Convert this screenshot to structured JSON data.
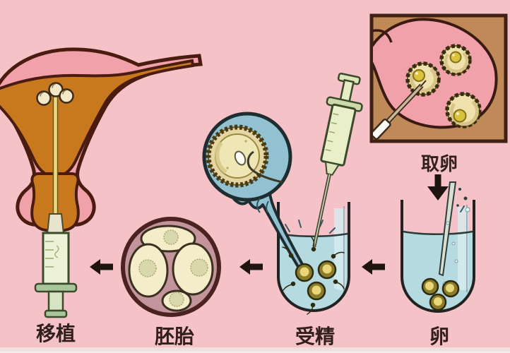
{
  "figure": {
    "title": "IVF process illustration",
    "flow_direction": "right-to-left-then-down",
    "background": "#f5c2c7"
  },
  "steps": [
    {
      "id": "egg-retrieval",
      "label": "取卵",
      "depicts": "needle aspirating eggs from ovary (inset box)"
    },
    {
      "id": "egg",
      "label": "卵",
      "depicts": "retrieved eggs placed in dish by pipette"
    },
    {
      "id": "fertilization",
      "label": "受精",
      "depicts": "syringe injecting sperm into dish with eggs, ICSI close-up in blue callout"
    },
    {
      "id": "embryo",
      "label": "胚胎",
      "depicts": "four-cell embryo"
    },
    {
      "id": "transfer",
      "label": "移植",
      "depicts": "syringe transferring embryos into uterus"
    }
  ],
  "icons": {
    "arrow_left": "solid left-pointing arrow",
    "arrow_down": "solid down-pointing arrow"
  },
  "colors": {
    "background": "#f5c2c7",
    "tissue_pink": "#f0a1a9",
    "cavity_orange": "#c8791e",
    "outline_maroon": "#4a1c10",
    "inset_tan": "#bf8a58",
    "inset_border": "#3f2015",
    "water_blue": "#b5dae0",
    "callout_blue": "#92c2d2",
    "egg_cream": "#f0e2ac",
    "nucleus_yellow": "#d9c33c",
    "syringe_pale_green": "#e9efc8",
    "ink_dark": "#1f1410"
  }
}
